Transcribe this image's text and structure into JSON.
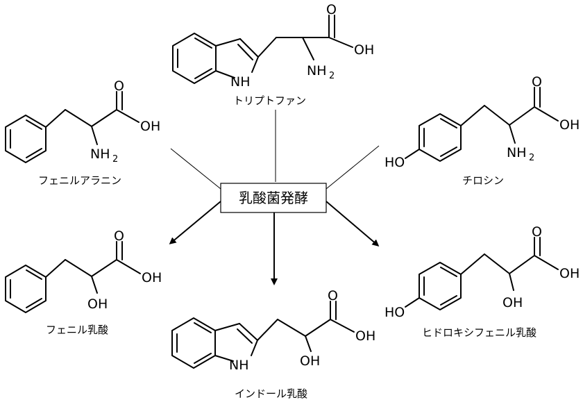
{
  "center": {
    "label": "乳酸菌発酵"
  },
  "substrates": [
    {
      "id": "phenylalanine",
      "name": "フェニルアラニン",
      "atoms": [
        "O",
        "OH",
        "NH",
        "2"
      ]
    },
    {
      "id": "tryptophan",
      "name": "トリプトファン",
      "atoms": [
        "O",
        "OH",
        "NH",
        "2",
        "NH"
      ]
    },
    {
      "id": "tyrosine",
      "name": "チロシン",
      "atoms": [
        "O",
        "OH",
        "NH",
        "2",
        "HO"
      ]
    }
  ],
  "products": [
    {
      "id": "phenyllactic-acid",
      "name": "フェニル乳酸",
      "atoms": [
        "O",
        "OH",
        "OH"
      ]
    },
    {
      "id": "indolelactic-acid",
      "name": "インドール乳酸",
      "atoms": [
        "O",
        "OH",
        "OH",
        "NH"
      ]
    },
    {
      "id": "hydroxyphenyllactic-acid",
      "name": "ヒドロキシフェニル乳酸",
      "atoms": [
        "O",
        "OH",
        "OH",
        "HO"
      ]
    }
  ]
}
